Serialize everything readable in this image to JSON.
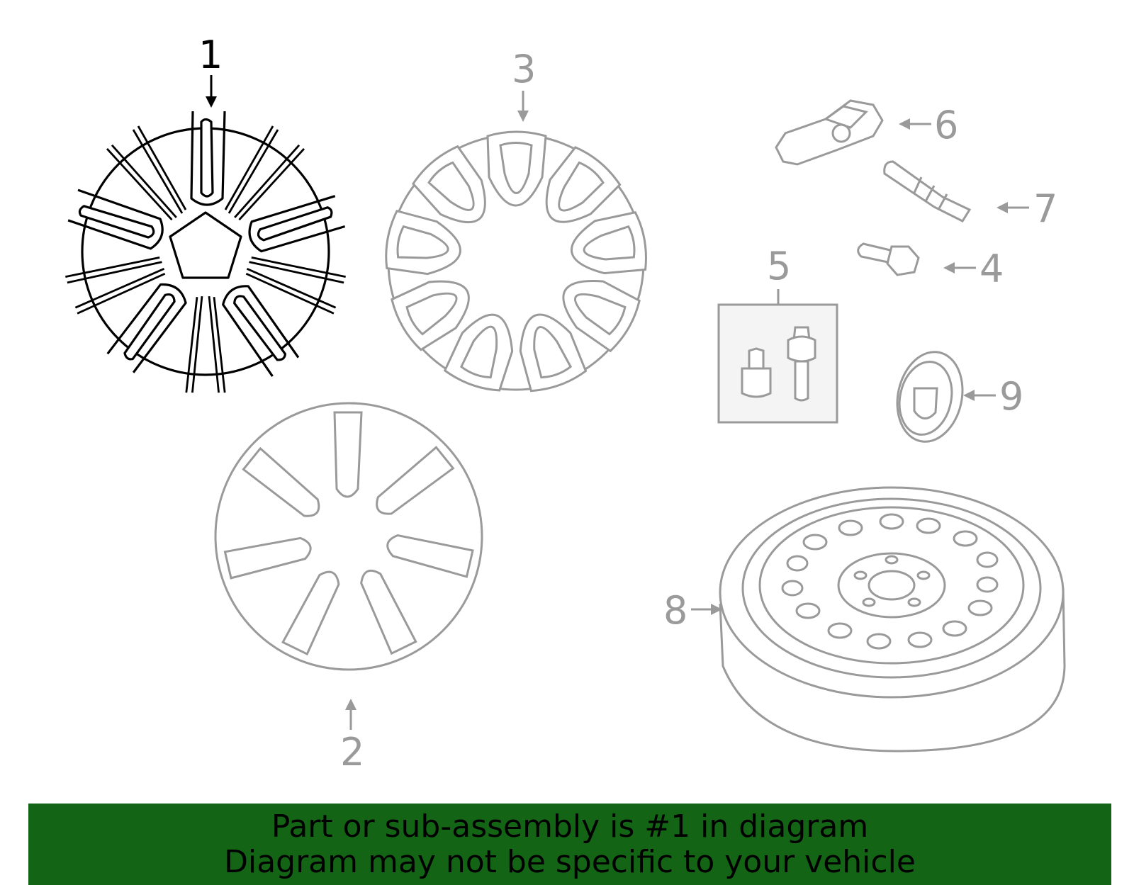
{
  "diagram": {
    "callouts": [
      {
        "id": "1",
        "label": "1",
        "highlighted": true
      },
      {
        "id": "2",
        "label": "2",
        "highlighted": false
      },
      {
        "id": "3",
        "label": "3",
        "highlighted": false
      },
      {
        "id": "4",
        "label": "4",
        "highlighted": false
      },
      {
        "id": "5",
        "label": "5",
        "highlighted": false
      },
      {
        "id": "6",
        "label": "6",
        "highlighted": false
      },
      {
        "id": "7",
        "label": "7",
        "highlighted": false
      },
      {
        "id": "8",
        "label": "8",
        "highlighted": false
      },
      {
        "id": "9",
        "label": "9",
        "highlighted": false
      }
    ],
    "colors": {
      "highlight": "#000000",
      "dimmed": "#9a9a9a",
      "banner": "#136414"
    }
  },
  "banner": {
    "line1": "Part or sub-assembly is #1 in diagram",
    "line2": "Diagram may not be specific to your vehicle"
  }
}
